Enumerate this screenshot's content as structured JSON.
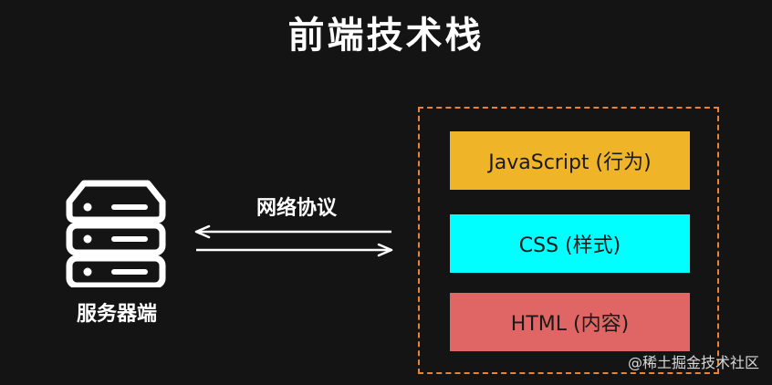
{
  "title": "前端技术栈",
  "server": {
    "label": "服务器端",
    "icon": "server-stack-icon"
  },
  "protocol": {
    "label": "网络协议",
    "icon": "bidirectional-arrows-icon"
  },
  "stack": {
    "border_color": "#e8833a",
    "layers": [
      {
        "label": "JavaScript (行为)",
        "color": "#f0b429"
      },
      {
        "label": "CSS (样式)",
        "color": "#00ffff"
      },
      {
        "label": "HTML (内容)",
        "color": "#e06666"
      }
    ]
  },
  "watermark": "@稀土掘金技术社区"
}
